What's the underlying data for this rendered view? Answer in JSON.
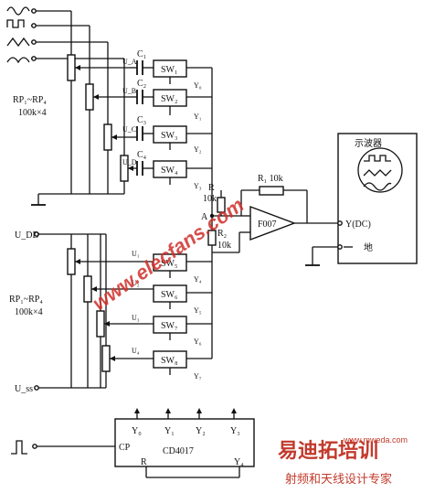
{
  "potentiometers_top": {
    "label": "RP₁~RP₄",
    "value": "100k×4"
  },
  "potentiometers_bottom": {
    "label": "RP₁~RP₄",
    "value": "100k×4"
  },
  "rail_labels": {
    "udd": "U_DD",
    "uss": "U_ss"
  },
  "capacitors": [
    "C₁",
    "C₂",
    "C₃",
    "C₄"
  ],
  "top_voltages": [
    "U_A",
    "U_B",
    "U_C",
    "U_D"
  ],
  "bottom_voltages": [
    "U₁",
    "U₂",
    "U₃",
    "U₄"
  ],
  "switches_top": [
    "SW₁",
    "SW₂",
    "SW₃",
    "SW₄"
  ],
  "switches_bottom": [
    "SW₅",
    "SW₆",
    "SW₇",
    "SW₈"
  ],
  "switch_controls_top": [
    "Y₀",
    "Y₁",
    "Y₂",
    "Y₃"
  ],
  "switch_controls_bottom": [
    "Y₄",
    "Y₅",
    "Y₆",
    "Y₇"
  ],
  "resistors": {
    "feedback": "R₁ 10k",
    "r_label": "R",
    "r_value": "10k",
    "r2_label": "R₂",
    "r2_value": "10k"
  },
  "node_a": "A",
  "opamp": "F007",
  "scope": {
    "title": "示波器",
    "input": "Y(DC)",
    "ground": "地"
  },
  "counter": {
    "name": "CD4017",
    "clock": "CP",
    "reset": "R",
    "outputs": [
      "Y₀",
      "Y₁",
      "Y₂",
      "Y₃"
    ],
    "y4": "Y₄"
  },
  "watermarks": {
    "main": "www.elecfans.com",
    "brand": "易迪拓培训",
    "tagline": "射频和天线设计专家",
    "site": "www.mweda.com"
  }
}
